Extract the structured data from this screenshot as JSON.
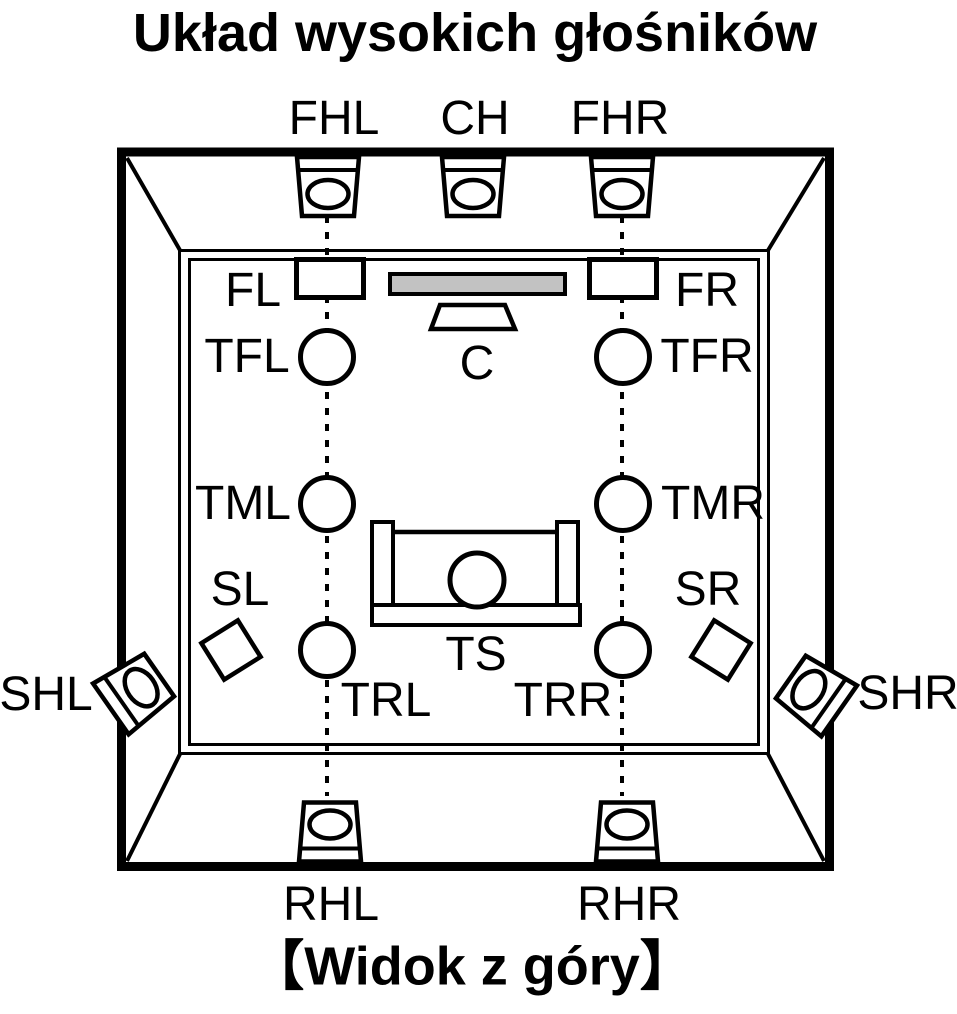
{
  "title": "Układ wysokich głośników",
  "caption": "【Widok z góry】",
  "diagram": {
    "view": "top-view room speaker layout",
    "colors": {
      "line": "#000000",
      "background": "#ffffff",
      "tv_fill": "#c2c2c2"
    }
  },
  "labels": {
    "FHL": "FHL",
    "CH": "CH",
    "FHR": "FHR",
    "FL": "FL",
    "FR": "FR",
    "TFL": "TFL",
    "TFR": "TFR",
    "C": "C",
    "TML": "TML",
    "TMR": "TMR",
    "SL": "SL",
    "SR": "SR",
    "TS": "TS",
    "TRL": "TRL",
    "TRR": "TRR",
    "SHL": "SHL",
    "SHR": "SHR",
    "RHL": "RHL",
    "RHR": "RHR"
  }
}
